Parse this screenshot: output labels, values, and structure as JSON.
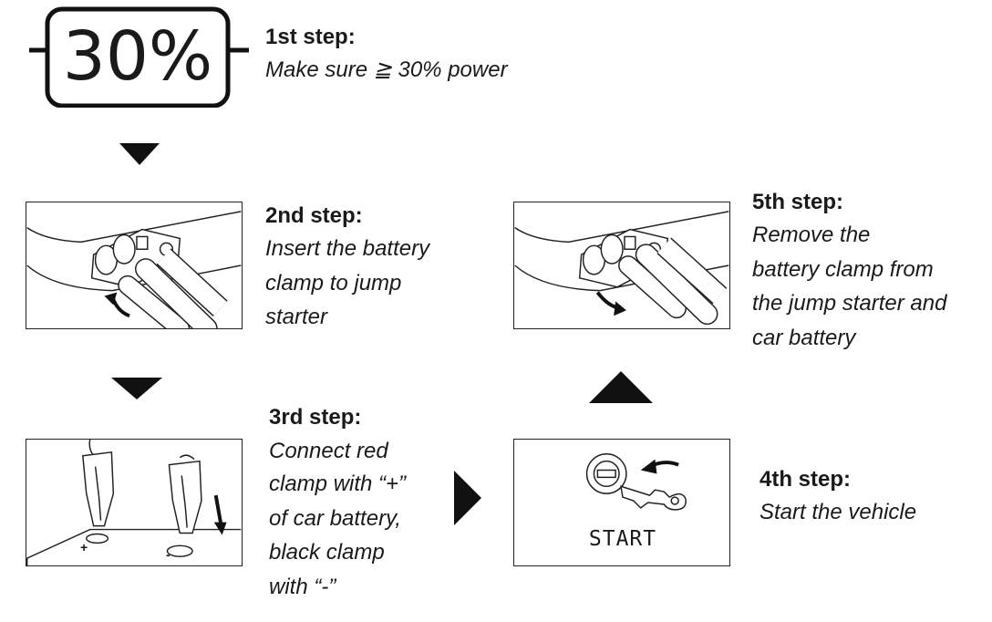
{
  "battery_badge": {
    "text": "30%"
  },
  "steps": [
    {
      "title": "1st step:",
      "lines": [
        "Make sure ≧ 30% power"
      ]
    },
    {
      "title": "2nd step:",
      "lines": [
        "Insert the battery",
        "clamp to jump",
        "starter"
      ]
    },
    {
      "title": "3rd step:",
      "lines": [
        "Connect red",
        "clamp with “+”",
        "of car battery,",
        "black clamp",
        "with “-”"
      ]
    },
    {
      "title": "4th step:",
      "lines": [
        "Start the vehicle"
      ]
    },
    {
      "title": "5th step:",
      "lines": [
        "Remove the",
        "battery clamp from",
        "the jump starter and",
        "car battery"
      ]
    }
  ],
  "illustrations": {
    "start_label": "START",
    "plus_sign": "+",
    "minus_sign": "-"
  }
}
